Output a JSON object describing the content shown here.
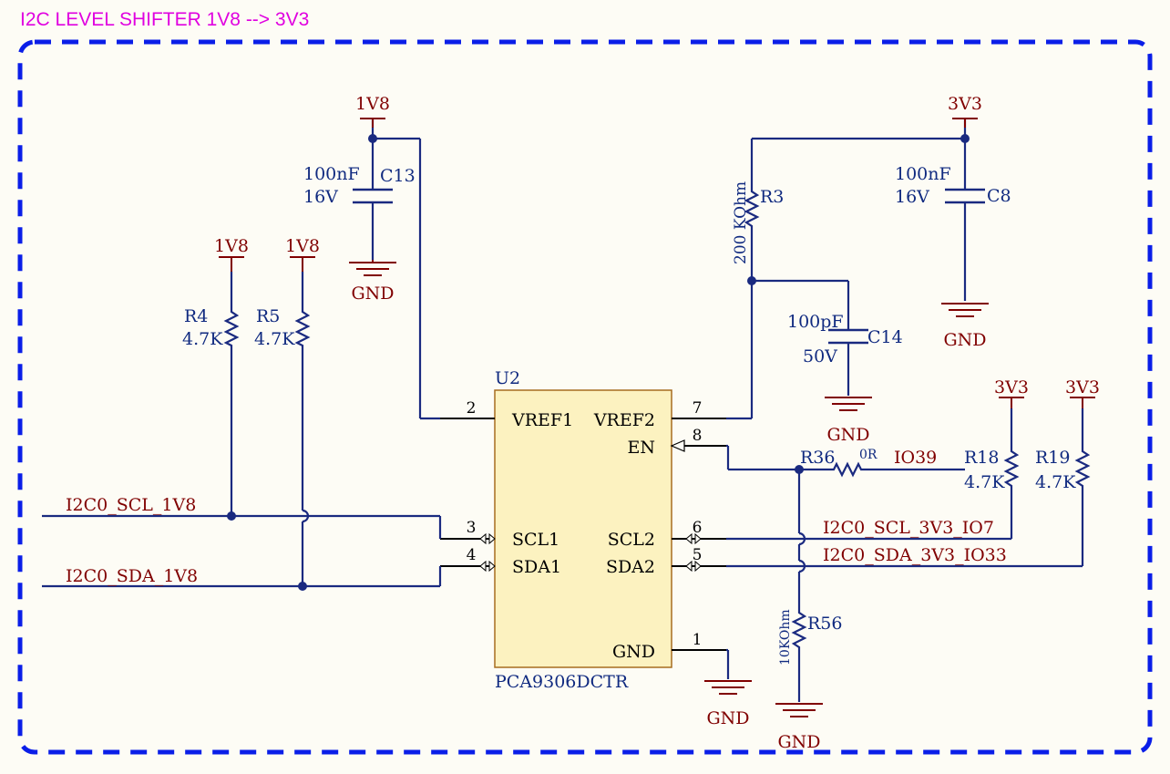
{
  "title": "I2C LEVEL SHIFTER 1V8 --> 3V3",
  "colors": {
    "background": "#fdfcf5",
    "wire": "#1a2a80",
    "power": "#800000",
    "label_blue": "#102a80",
    "net_label": "#800000",
    "ic_fill": "#fcf2c0",
    "ic_border": "#a66d20",
    "frame": "#0a1ee8",
    "title": "#e000e0",
    "pin": "#000000"
  },
  "ic": {
    "designator": "U2",
    "part": "PCA9306DCTR",
    "pins": [
      {
        "num": "2",
        "name": "VREF1"
      },
      {
        "num": "7",
        "name": "VREF2"
      },
      {
        "num": "8",
        "name": "EN"
      },
      {
        "num": "3",
        "name": "SCL1"
      },
      {
        "num": "4",
        "name": "SDA1"
      },
      {
        "num": "6",
        "name": "SCL2"
      },
      {
        "num": "5",
        "name": "SDA2"
      },
      {
        "num": "1",
        "name": "GND"
      }
    ]
  },
  "resistors": [
    {
      "ref": "R4",
      "value": "4.7K"
    },
    {
      "ref": "R5",
      "value": "4.7K"
    },
    {
      "ref": "R3",
      "value": "200 KOhm"
    },
    {
      "ref": "R36",
      "value": "0R"
    },
    {
      "ref": "R18",
      "value": "4.7K"
    },
    {
      "ref": "R19",
      "value": "4.7K"
    },
    {
      "ref": "R56",
      "value": "10KOhm"
    }
  ],
  "capacitors": [
    {
      "ref": "C13",
      "value": "100nF",
      "voltage": "16V"
    },
    {
      "ref": "C8",
      "value": "100nF",
      "voltage": "16V"
    },
    {
      "ref": "C14",
      "value": "100pF",
      "voltage": "50V"
    }
  ],
  "power": {
    "p1v8_c13": "1V8",
    "p1v8_r4": "1V8",
    "p1v8_r5": "1V8",
    "p3v3_c8": "3V3",
    "p3v3_r18": "3V3",
    "p3v3_r19": "3V3",
    "gnd_c13": "GND",
    "gnd_c8": "GND",
    "gnd_c14": "GND",
    "gnd_ic": "GND",
    "gnd_r56": "GND"
  },
  "nets": {
    "scl_1v8": "I2C0_SCL_1V8",
    "sda_1v8": "I2C0_SDA_1V8",
    "scl_3v3": "I2C0_SCL_3V3_IO7",
    "sda_3v3": "I2C0_SDA_3V3_IO33",
    "io39": "IO39"
  }
}
